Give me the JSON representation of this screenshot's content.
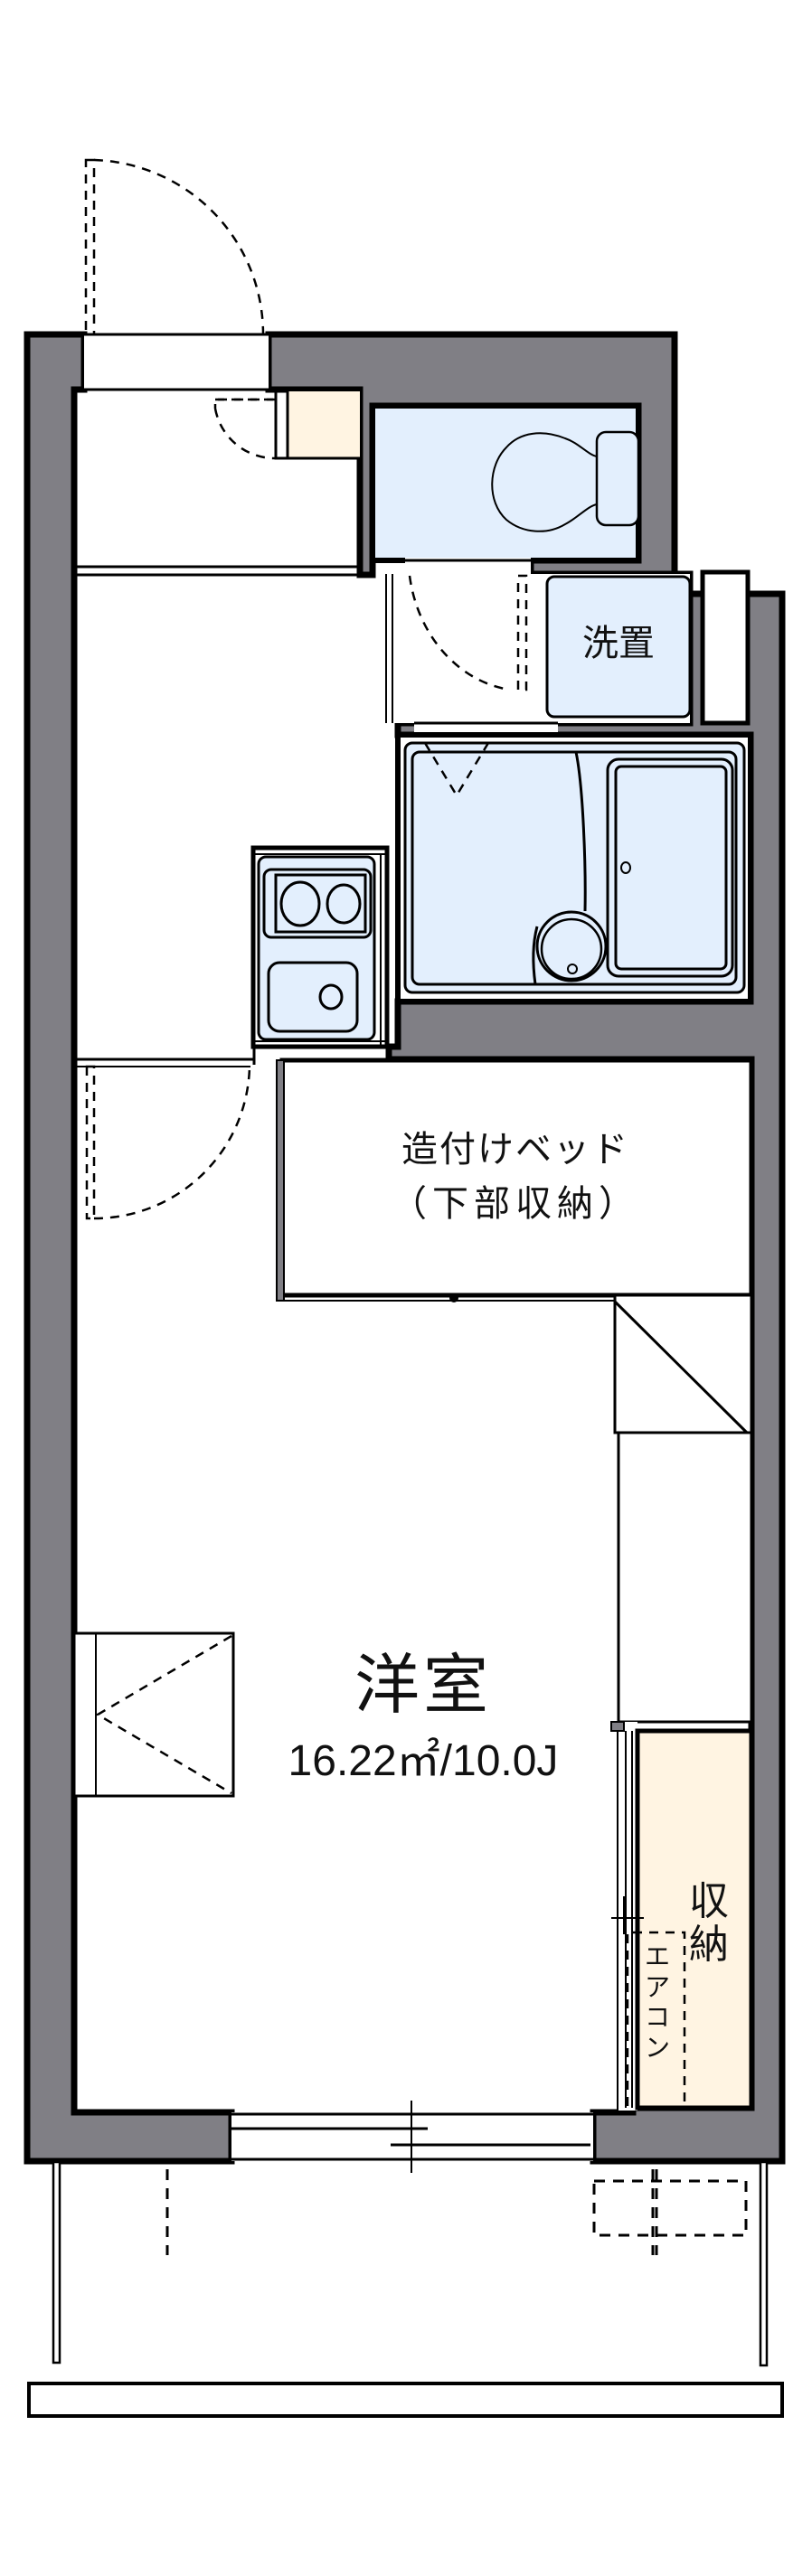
{
  "floor_plan": {
    "rooms": {
      "western_room": {
        "label": "洋室",
        "area": "16.22㎡/10.0J"
      },
      "built_in_bed": {
        "label_line1": "造付けベッド",
        "label_line2": "（下部収納）"
      },
      "washer_space": {
        "label": "洗置"
      },
      "closet": {
        "label": "収納"
      },
      "air_conditioner": {
        "label": "エアコン"
      }
    },
    "fixtures": [
      "toilet",
      "unit-bath",
      "kitchen-sink",
      "two-burner-stove",
      "shoe-cabinet",
      "balcony"
    ],
    "colors": {
      "wall": "#807f85",
      "wet_area": "#e3effd",
      "storage": "#fff4e2",
      "line": "#000000",
      "background": "#ffffff"
    }
  }
}
